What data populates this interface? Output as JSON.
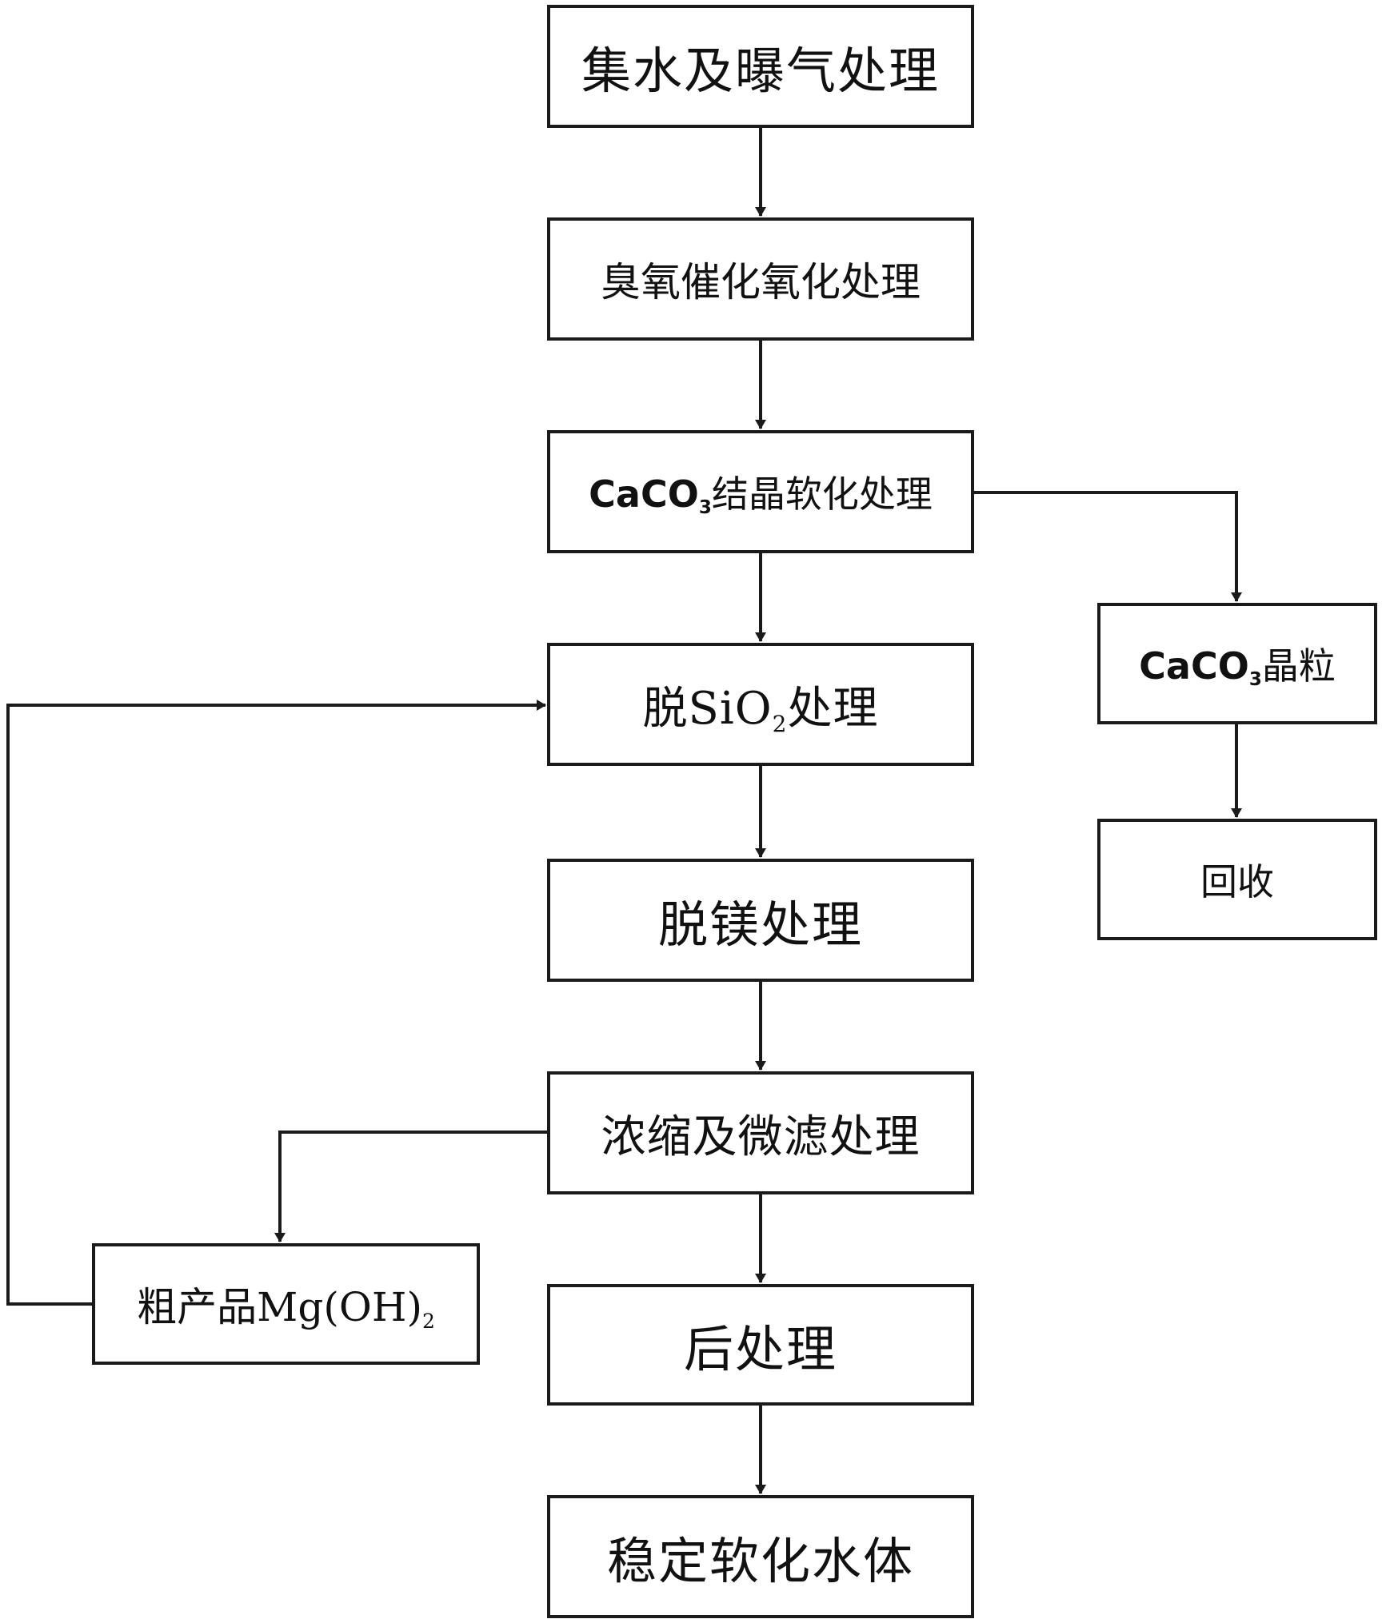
{
  "diagram": {
    "nodes": {
      "collect": {
        "text": "集水及曝气处理"
      },
      "ozone": {
        "text": "臭氧催化氧化处理"
      },
      "caco3_soft": {
        "pre": "CaCO",
        "sub": "3",
        "post": "结晶软化处理"
      },
      "sio2": {
        "pre": "脱SiO",
        "sub": "2",
        "post": "处理"
      },
      "demg": {
        "text": "脱镁处理"
      },
      "concentrate": {
        "text": "浓缩及微滤处理"
      },
      "post_treat": {
        "text": "后处理"
      },
      "stable": {
        "text": "稳定软化水体"
      },
      "caco3_grain": {
        "pre": "CaCO",
        "sub": "3",
        "post": "晶粒"
      },
      "recycle": {
        "text": "回收"
      },
      "mgoh2": {
        "pre": "粗产品Mg(OH)",
        "sub": "2",
        "post": ""
      }
    },
    "edges": [
      {
        "from": "collect",
        "to": "ozone"
      },
      {
        "from": "ozone",
        "to": "caco3_soft"
      },
      {
        "from": "caco3_soft",
        "to": "sio2"
      },
      {
        "from": "sio2",
        "to": "demg"
      },
      {
        "from": "demg",
        "to": "concentrate"
      },
      {
        "from": "concentrate",
        "to": "post_treat"
      },
      {
        "from": "post_treat",
        "to": "stable"
      },
      {
        "from": "caco3_soft",
        "to": "caco3_grain"
      },
      {
        "from": "caco3_grain",
        "to": "recycle"
      },
      {
        "from": "concentrate",
        "to": "mgoh2"
      },
      {
        "from": "mgoh2",
        "to": "sio2"
      }
    ],
    "colors": {
      "line": "#1a1a1a",
      "text": "#111111"
    }
  }
}
